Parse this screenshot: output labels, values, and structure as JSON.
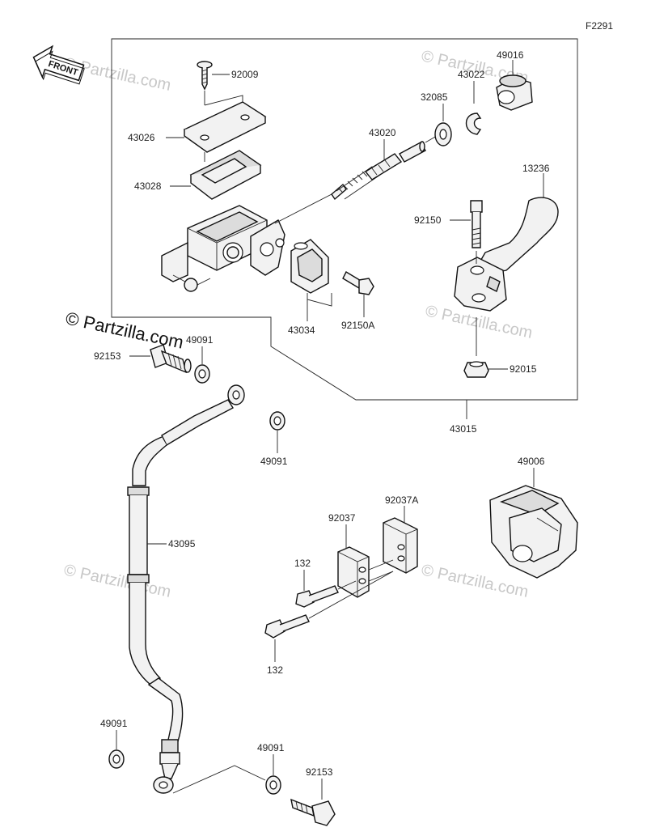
{
  "figure_code": "F2291",
  "front_label": "FRONT",
  "watermark_main": "© Partzilla.com",
  "watermark_faint": "© Partzilla.com",
  "part_numbers": {
    "p92009": "92009",
    "p43026": "43026",
    "p43028": "43028",
    "p43020": "43020",
    "p32085": "32085",
    "p43022": "43022",
    "p49016": "49016",
    "p13236": "13236",
    "p92150": "92150",
    "p43034": "43034",
    "p92150A": "92150A",
    "p92015": "92015",
    "p43015": "43015",
    "p92153_top": "92153",
    "p49091_top": "49091",
    "p49091_mid": "49091",
    "p43095": "43095",
    "p49006": "49006",
    "p92037": "92037",
    "p92037A": "92037A",
    "p132_top": "132",
    "p132_bottom": "132",
    "p49091_bl": "49091",
    "p49091_br": "49091",
    "p92153_bottom": "92153"
  }
}
